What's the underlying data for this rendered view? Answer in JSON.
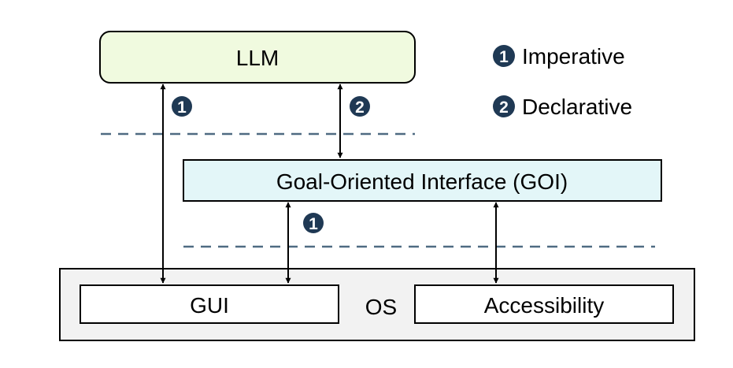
{
  "nodes": {
    "llm": "LLM",
    "goi": "Goal-Oriented Interface (GOI)",
    "os": "OS",
    "gui": "GUI",
    "accessibility": "Accessibility"
  },
  "legend": {
    "imperative": {
      "number": "1",
      "label": "Imperative"
    },
    "declarative": {
      "number": "2",
      "label": "Declarative"
    }
  },
  "edges": {
    "llm_gui": {
      "badge": "1"
    },
    "llm_goi": {
      "badge": "2"
    },
    "goi_gui": {
      "badge": "1"
    },
    "goi_accessibility": {
      "badge": ""
    }
  },
  "colors": {
    "llm_fill": "#f0fadf",
    "goi_fill": "#e3f6f8",
    "os_fill": "#f2f2f2",
    "node_stroke": "#000000",
    "badge_fill": "#1f3954",
    "divider": "#4f6b82"
  }
}
